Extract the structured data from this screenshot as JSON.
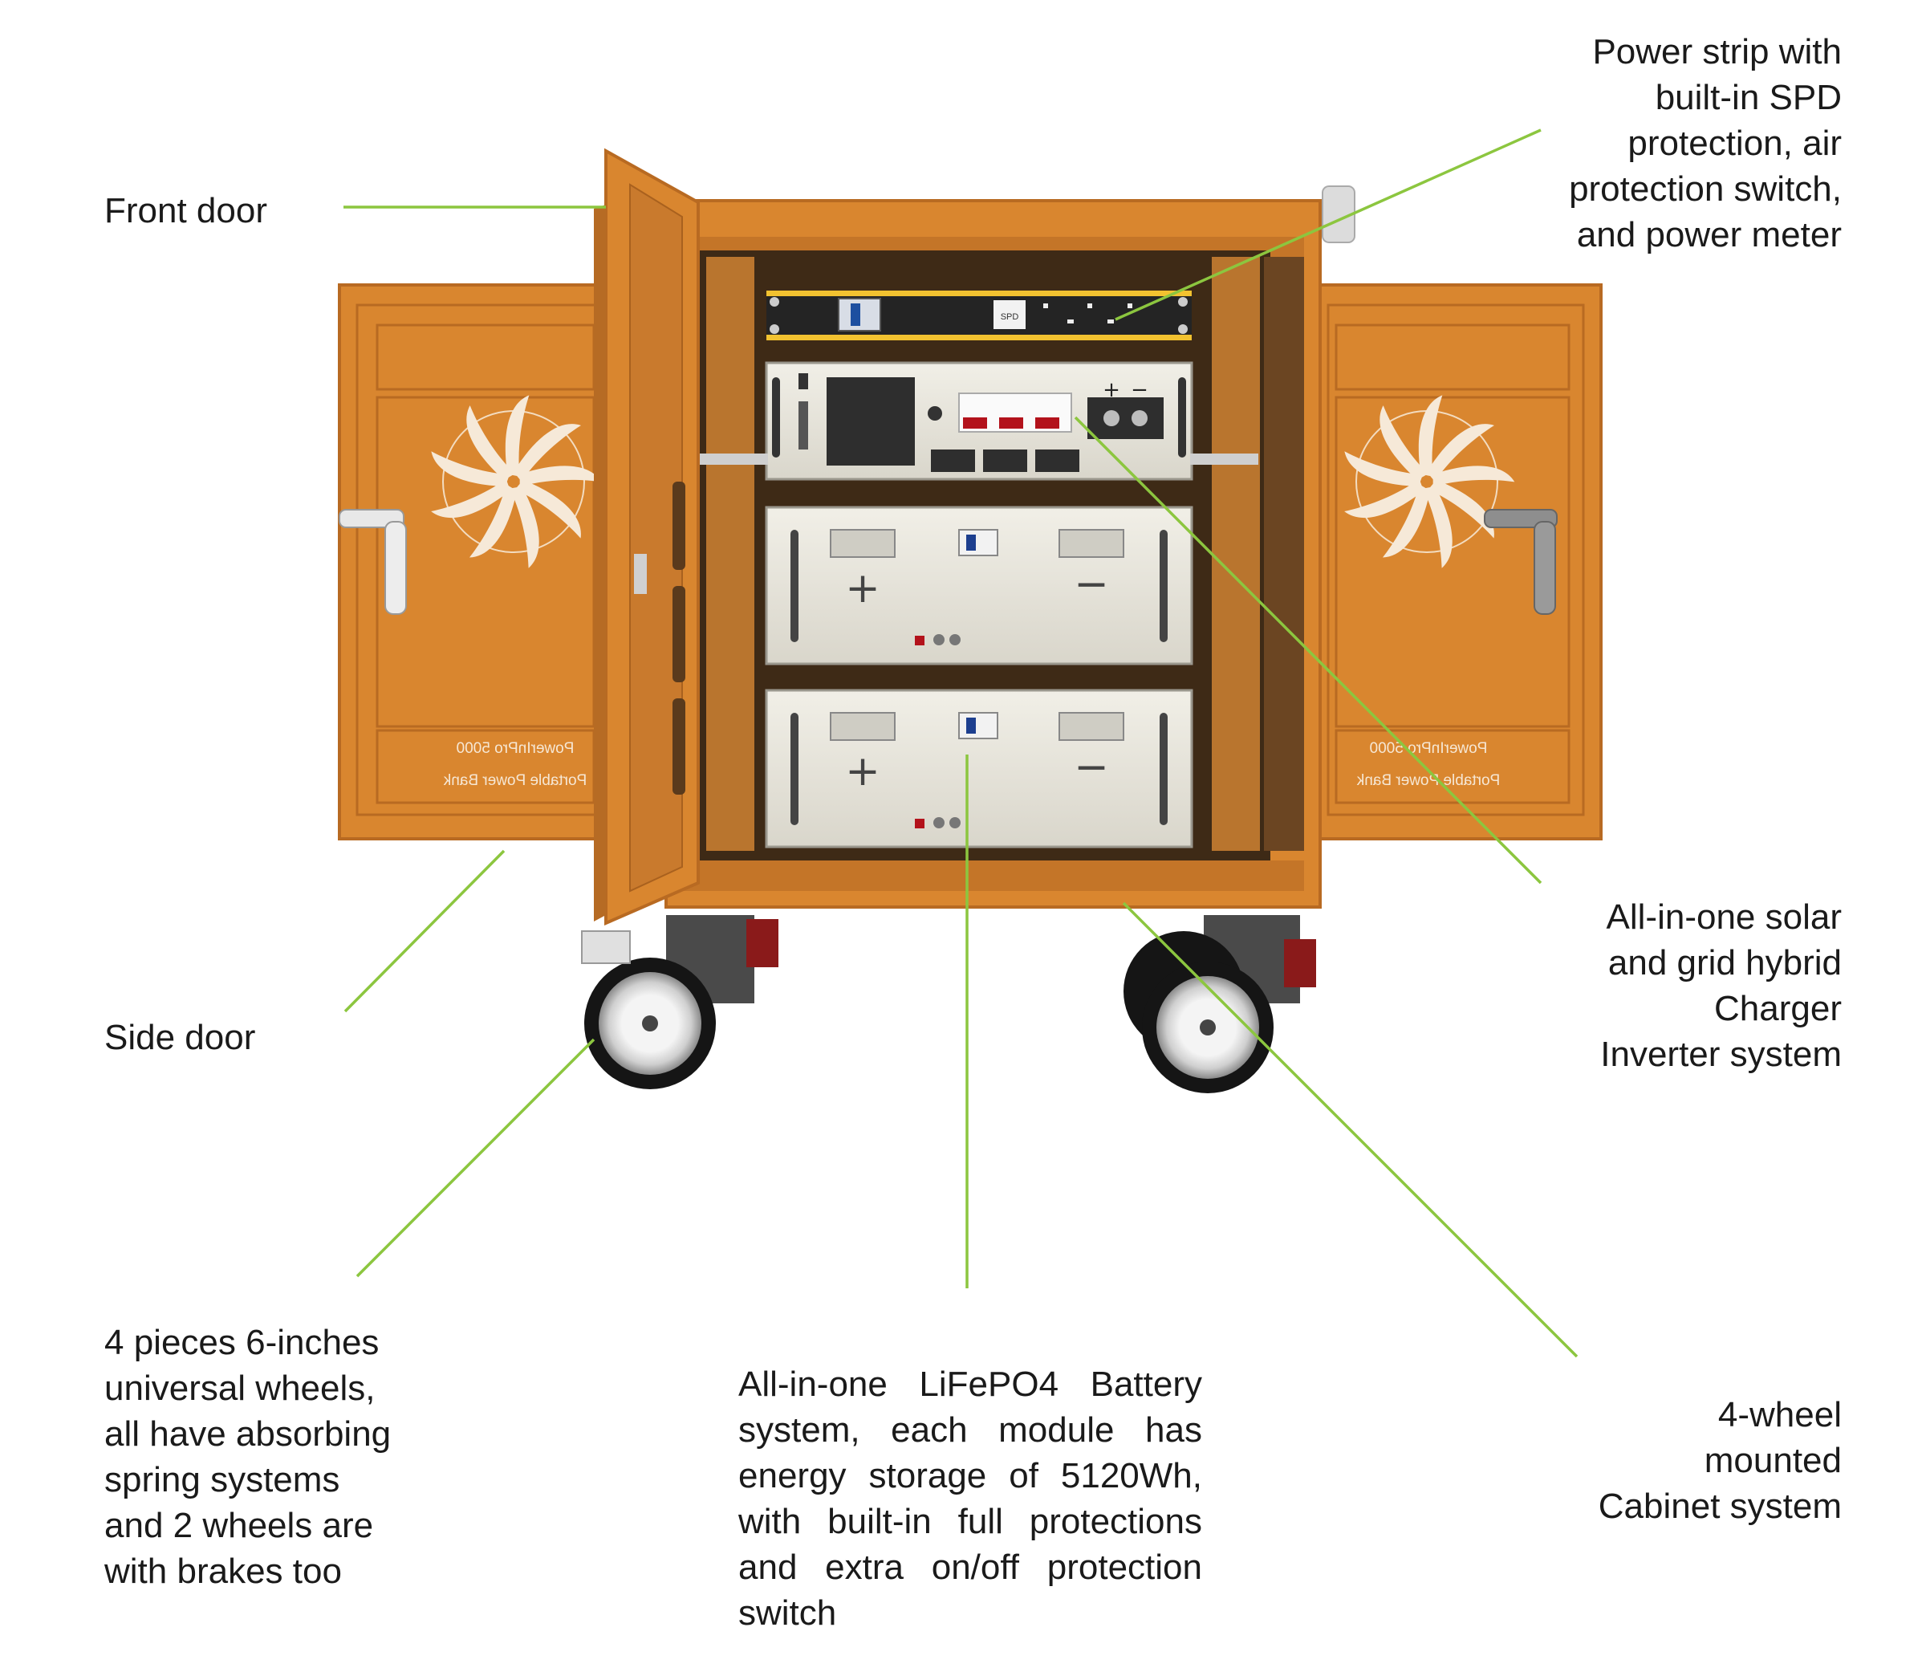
{
  "callouts": {
    "front_door": "Front door",
    "power_strip": "Power strip with\nbuilt-in  SPD\nprotection, air\nprotection switch,\nand power meter",
    "side_door": "Side door",
    "hybrid_inverter": "All-in-one solar\nand grid hybrid\nCharger\nInverter system",
    "wheels": "4 pieces 6-inches\nuniversal wheels,\nall have absorbing\nspring systems\nand 2 wheels are\nwith brakes too",
    "battery": "All-in-one LiFePO4 Battery system, each module has energy storage of 5120Wh, with built-in full protections and extra on/off protection switch",
    "cabinet": "4-wheel\nmounted\nCabinet system"
  },
  "product": {
    "panel_model": "PowerInPro 5000",
    "panel_subtitle": "Portable Power Bank",
    "spd_mark": "SPD",
    "terminal_plus": "+",
    "terminal_minus": "−"
  },
  "colors": {
    "cabinet_orange": "#d9862f",
    "leader_green": "#8cc63f",
    "module_cream": "#e9e6dc",
    "strip_yellow": "#f2c230",
    "breaker_red": "#b3121b"
  }
}
